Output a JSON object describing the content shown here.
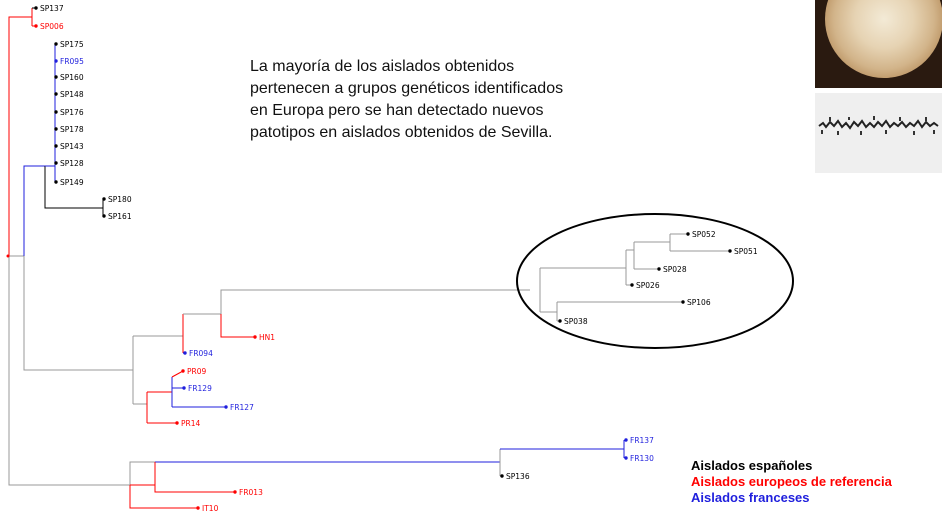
{
  "note": {
    "lines": [
      "La mayoría de los aislados obtenidos",
      "pertenecen a grupos genéticos identificados",
      "en Europa pero se han detectado nuevos",
      "patotipos en aislados obtenidos de Sevilla."
    ]
  },
  "legend": {
    "items": [
      {
        "label": "Aislados españoles",
        "color": "#000000"
      },
      {
        "label": "Aislados europeos de referencia",
        "color": "#ff0000"
      },
      {
        "label": "Aislados franceses",
        "color": "#1f1fdd"
      }
    ]
  },
  "colors": {
    "spanish": "#000000",
    "european": "#ff0000",
    "french": "#1f1fdd",
    "branch": "#999999"
  },
  "tree": {
    "leaves": [
      "SP137",
      "SP006",
      "SP175",
      "FR095",
      "SP160",
      "SP148",
      "SP176",
      "SP178",
      "SP143",
      "SP128",
      "SP149",
      "SP180",
      "SP161",
      "SP052",
      "SP051",
      "SP028",
      "SP026",
      "SP106",
      "SP038",
      "HN1",
      "FR094",
      "PR09",
      "FR129",
      "FR127",
      "PR14",
      "FR137",
      "FR130",
      "SP136",
      "FR013",
      "IT10"
    ]
  },
  "images": [
    {
      "name": "culture-plate-photo"
    },
    {
      "name": "electrophoresis-gel-photo"
    }
  ]
}
